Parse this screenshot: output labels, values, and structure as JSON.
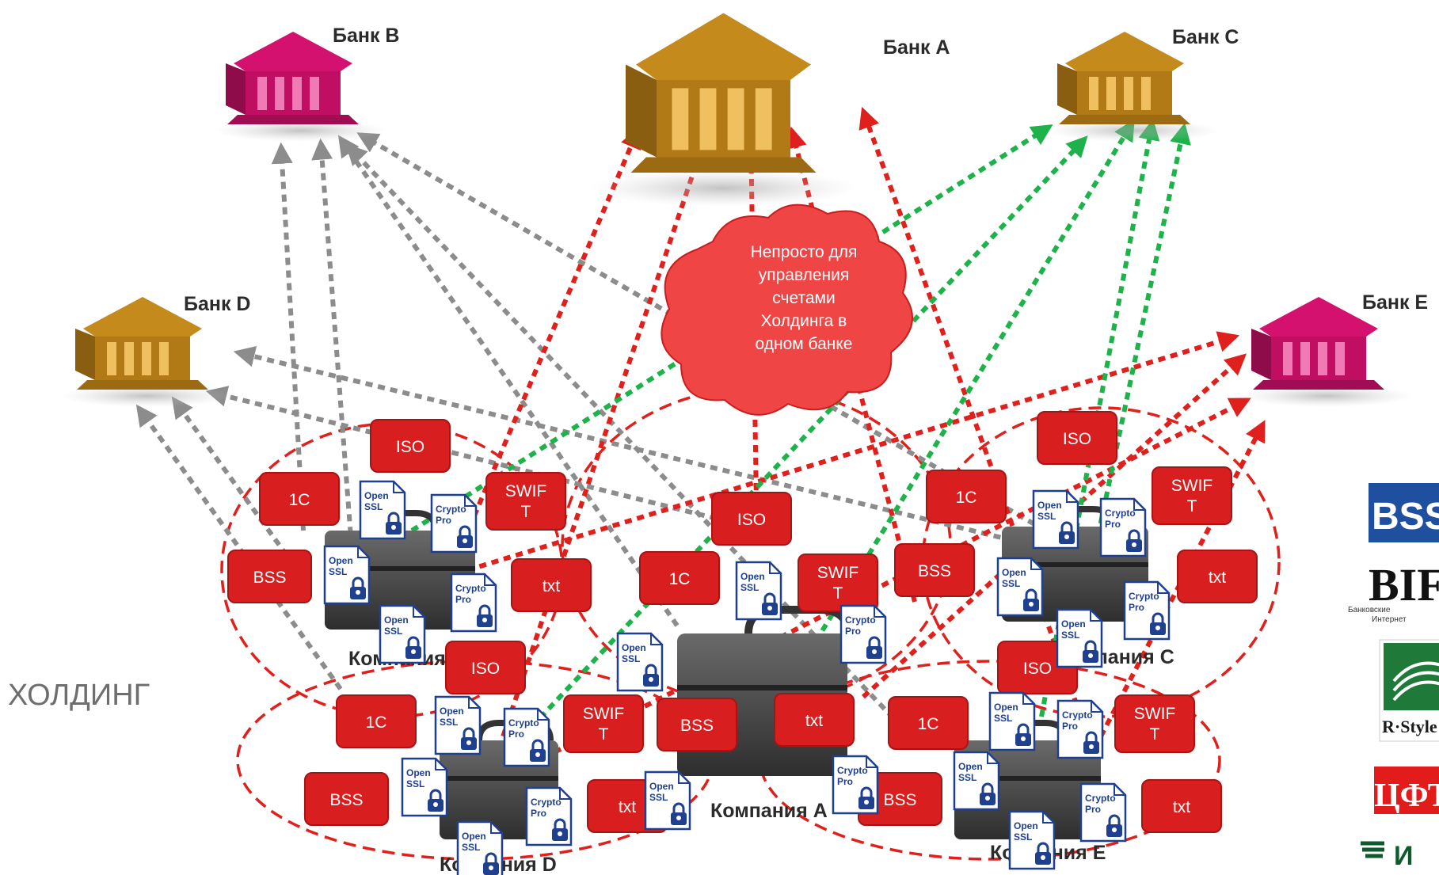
{
  "holding_label": "ХОЛДИНГ",
  "callout_lines": [
    "Непросто для",
    "управления",
    "счетами",
    "Холдинга в",
    "одном банке"
  ],
  "banks": {
    "a": {
      "label": "Банк A",
      "color": "#c48a1c"
    },
    "b": {
      "label": "Банк B",
      "color": "#d4116f"
    },
    "c": {
      "label": "Банк C",
      "color": "#c48a1c"
    },
    "d": {
      "label": "Банк D",
      "color": "#c48a1c"
    },
    "e": {
      "label": "Банк E",
      "color": "#d4116f"
    }
  },
  "companies": {
    "a": {
      "label": "Компания A"
    },
    "b": {
      "label": "Компания B"
    },
    "c": {
      "label": "Компания C"
    },
    "d": {
      "label": "Компания D"
    },
    "e": {
      "label": "Компания E"
    }
  },
  "tags": {
    "iso": "ISO",
    "c1": "1С",
    "swift_a": "SWIF",
    "swift_b": "T",
    "bss": "BSS",
    "txt": "txt"
  },
  "docs": {
    "openssl": {
      "line1": "Open",
      "line2": "SSL"
    },
    "cryptopro": {
      "line1": "Crypto",
      "line2": "Pro"
    }
  },
  "vendors": {
    "bss": "BSS",
    "bifit": "BIF",
    "bifit_sub1": "Банковские",
    "bifit_sub2": "Интернет",
    "rstyle": "R·Style",
    "cft": "ЦФТ",
    "last": "И"
  },
  "colors": {
    "gray_arrow": "#8c8c8c",
    "red_arrow": "#e0201c",
    "green_arrow": "#1db24a",
    "tag_fill": "#d81e1e",
    "cloud": "#f04545",
    "holding_text": "#6e6e6e"
  }
}
